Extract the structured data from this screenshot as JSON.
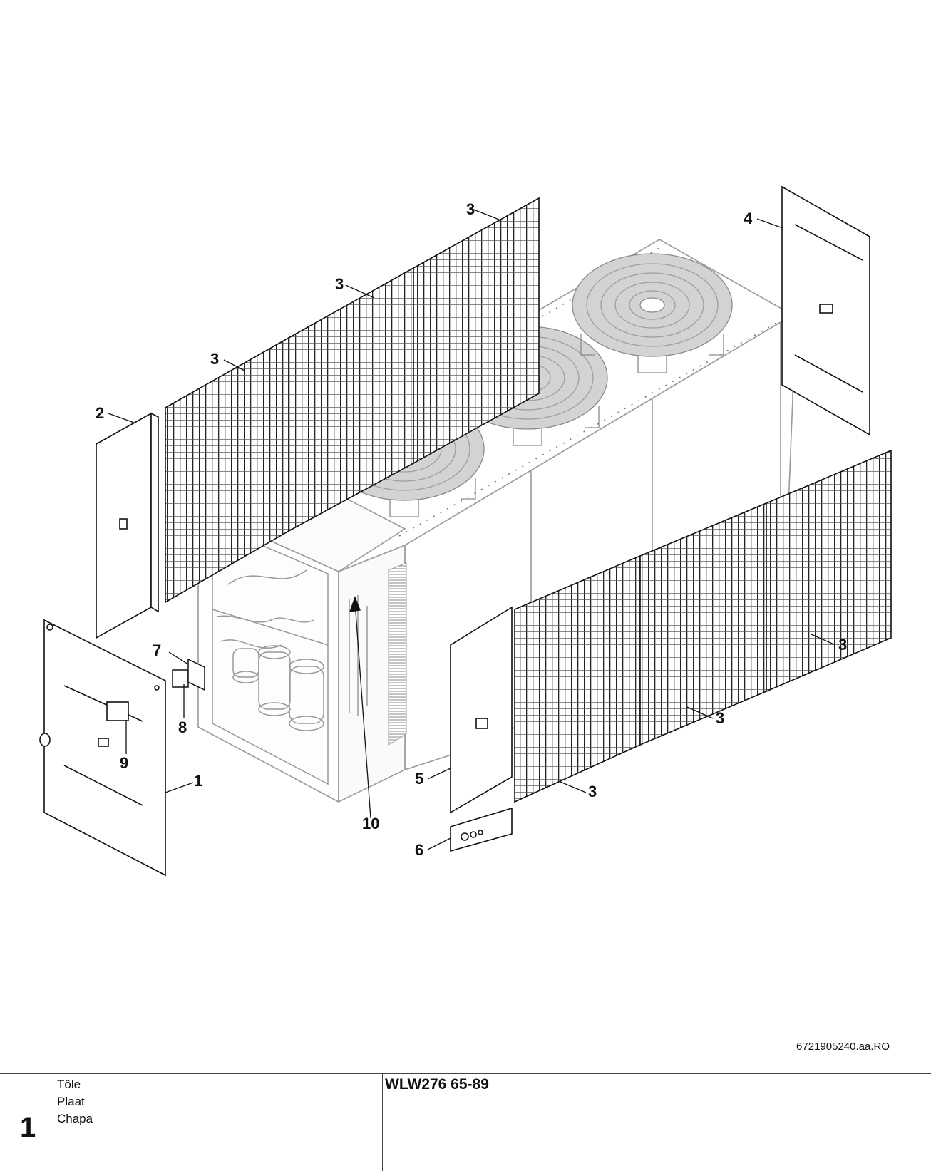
{
  "callouts": {
    "c1": "1",
    "c2": "2",
    "c3a": "3",
    "c3b": "3",
    "c3c": "3",
    "c3d": "3",
    "c3e": "3",
    "c3f": "3",
    "c4": "4",
    "c5": "5",
    "c6": "6",
    "c7": "7",
    "c8": "8",
    "c9": "9",
    "c10": "10"
  },
  "document": {
    "number": "6721905240.aa.RO",
    "page": "1",
    "captions": [
      "Tôle",
      "Plaat",
      "Chapa"
    ],
    "model": "WLW276 65-89"
  }
}
